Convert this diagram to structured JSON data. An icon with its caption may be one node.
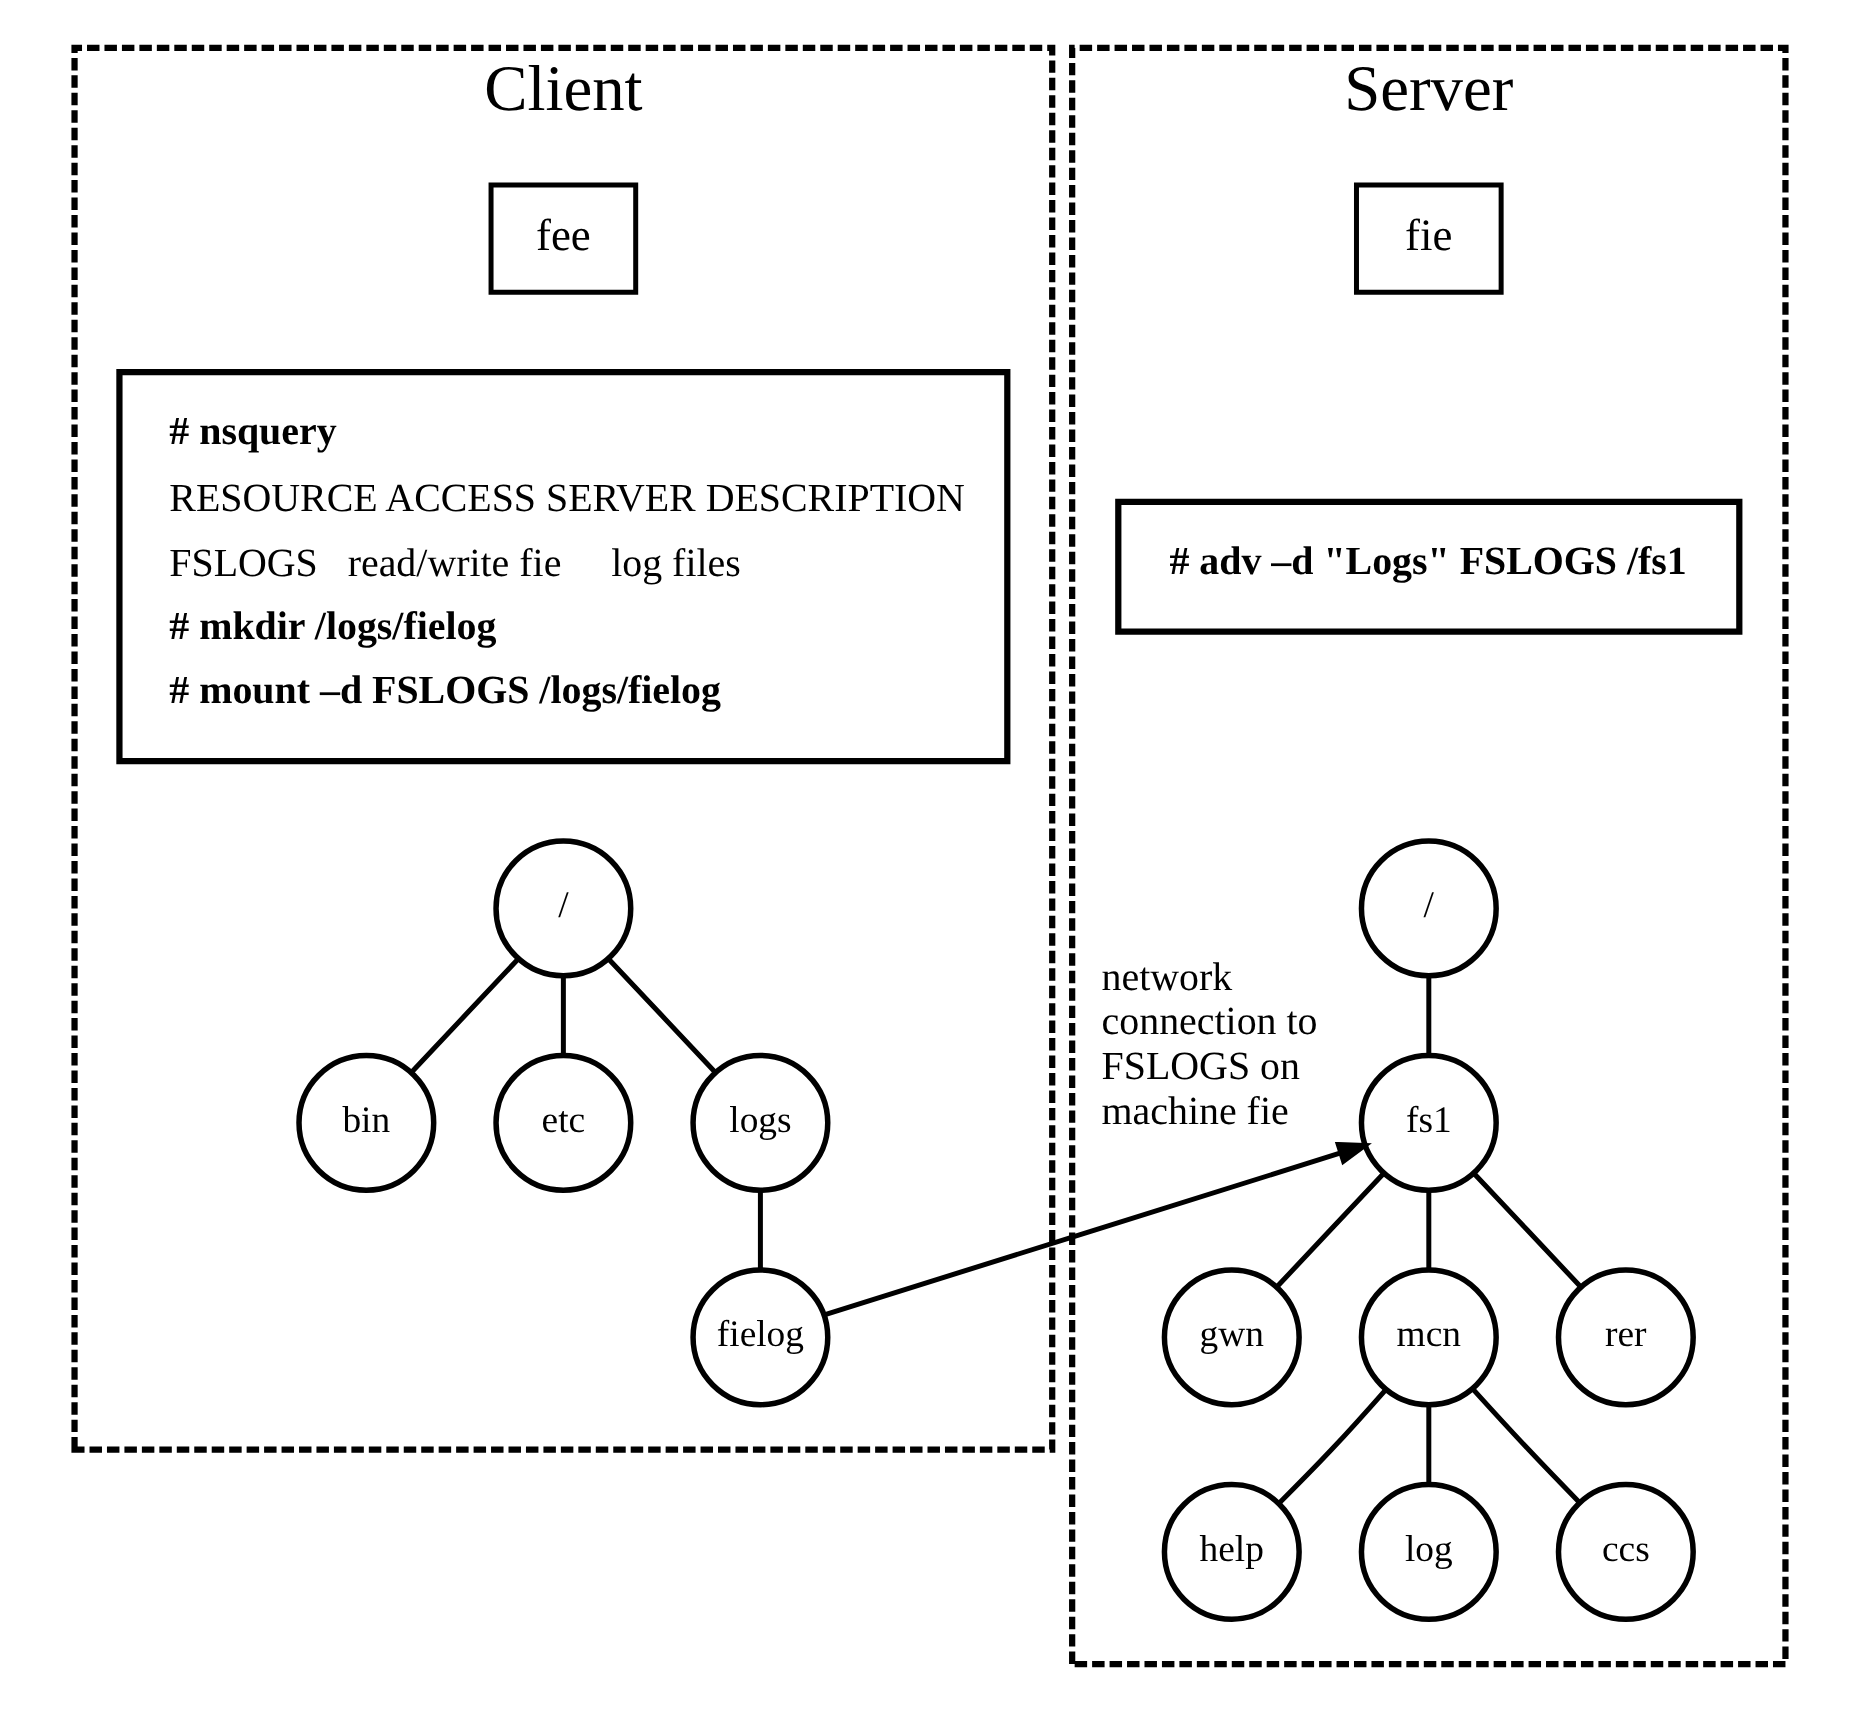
{
  "diagram": {
    "nodes": [
      {
        "text": [
          "Client"
        ]
      },
      {
        "text": [
          "fee"
        ],
        "in": 0
      },
      {
        "text": [
          "# nsquery",
          "RESOURCE ACCESS SERVER DESCRIPTION",
          "FSLOGS   read/write fie     log files",
          "# mkdir /logs/fielog",
          "# mount –d FSLOGS /logs/fielog"
        ],
        "in": 0
      },
      {
        "text": [
          "/"
        ],
        "in": 0
      },
      {
        "text": [
          "bin"
        ],
        "in": 0
      },
      {
        "text": [
          "etc"
        ],
        "in": 0
      },
      {
        "text": [
          "logs"
        ],
        "in": 0
      },
      {
        "text": [
          "fielog"
        ],
        "in": 0
      },
      {
        "text": [
          "Server"
        ]
      },
      {
        "text": [
          "fie"
        ],
        "in": 8
      },
      {
        "text": [
          "# adv –d \"Logs\" FSLOGS /fs1"
        ],
        "in": 8
      },
      {
        "text": [
          "/"
        ],
        "in": 8
      },
      {
        "text": [
          "fs1"
        ],
        "in": 8
      },
      {
        "text": [
          "gwn"
        ],
        "in": 8
      },
      {
        "text": [
          "mcn"
        ],
        "in": 8
      },
      {
        "text": [
          "rer"
        ],
        "in": 8
      },
      {
        "text": [
          "help"
        ],
        "in": 8
      },
      {
        "text": [
          "log"
        ],
        "in": 8
      },
      {
        "text": [
          "ccs"
        ],
        "in": 8
      }
    ],
    "edges": [
      {
        "from": 3,
        "to": 4,
        "arrow": "none"
      },
      {
        "from": 3,
        "to": 5,
        "arrow": "none"
      },
      {
        "from": 3,
        "to": 6,
        "arrow": "none"
      },
      {
        "from": 6,
        "to": 7,
        "arrow": "none"
      },
      {
        "from": 7,
        "to": 12,
        "arrow": "to",
        "label": "network connection to FSLOGS on machine fie"
      },
      {
        "from": 11,
        "to": 12,
        "arrow": "none"
      },
      {
        "from": 12,
        "to": 13,
        "arrow": "none"
      },
      {
        "from": 12,
        "to": 14,
        "arrow": "none"
      },
      {
        "from": 12,
        "to": 15,
        "arrow": "none"
      },
      {
        "from": 14,
        "to": 16,
        "arrow": "none"
      },
      {
        "from": 14,
        "to": 17,
        "arrow": "none"
      },
      {
        "from": 14,
        "to": 18,
        "arrow": "none"
      }
    ]
  }
}
